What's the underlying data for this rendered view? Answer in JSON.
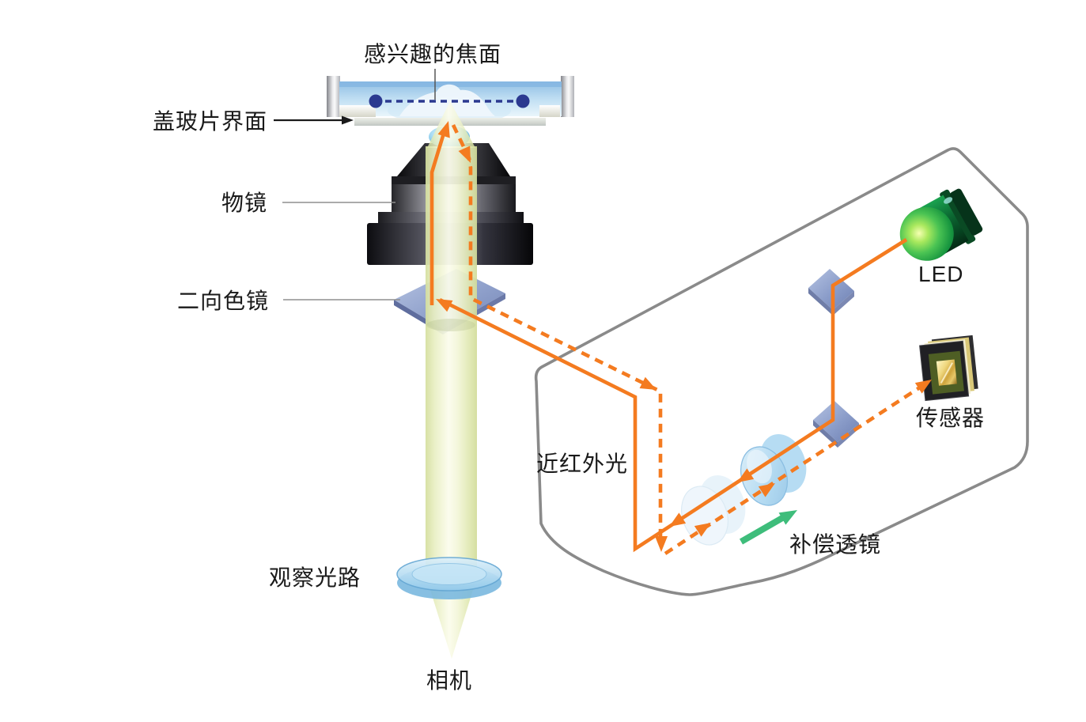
{
  "diagram": {
    "labels": {
      "focal_plane": "感兴趣的焦面",
      "coverslip": "盖玻片界面",
      "objective": "物镜",
      "dichroic": "二向色镜",
      "nir_light": "近红外光",
      "observation_path": "观察光路",
      "camera": "相机",
      "led": "LED",
      "sensor": "传感器",
      "compensation_lens": "补偿透镜"
    },
    "colors": {
      "nir_beam": "#F47B20",
      "observation_beam": "#F7FAE4",
      "focal_plane_marker": "#2B3990",
      "enclosure_outline": "#8A8A8A",
      "optic_glass_blue": "#93A6CF",
      "lens_shift_arrow": "#3EBD7B",
      "led_green": "#2FB44A",
      "sensor_gold": "#D4A93C"
    }
  }
}
